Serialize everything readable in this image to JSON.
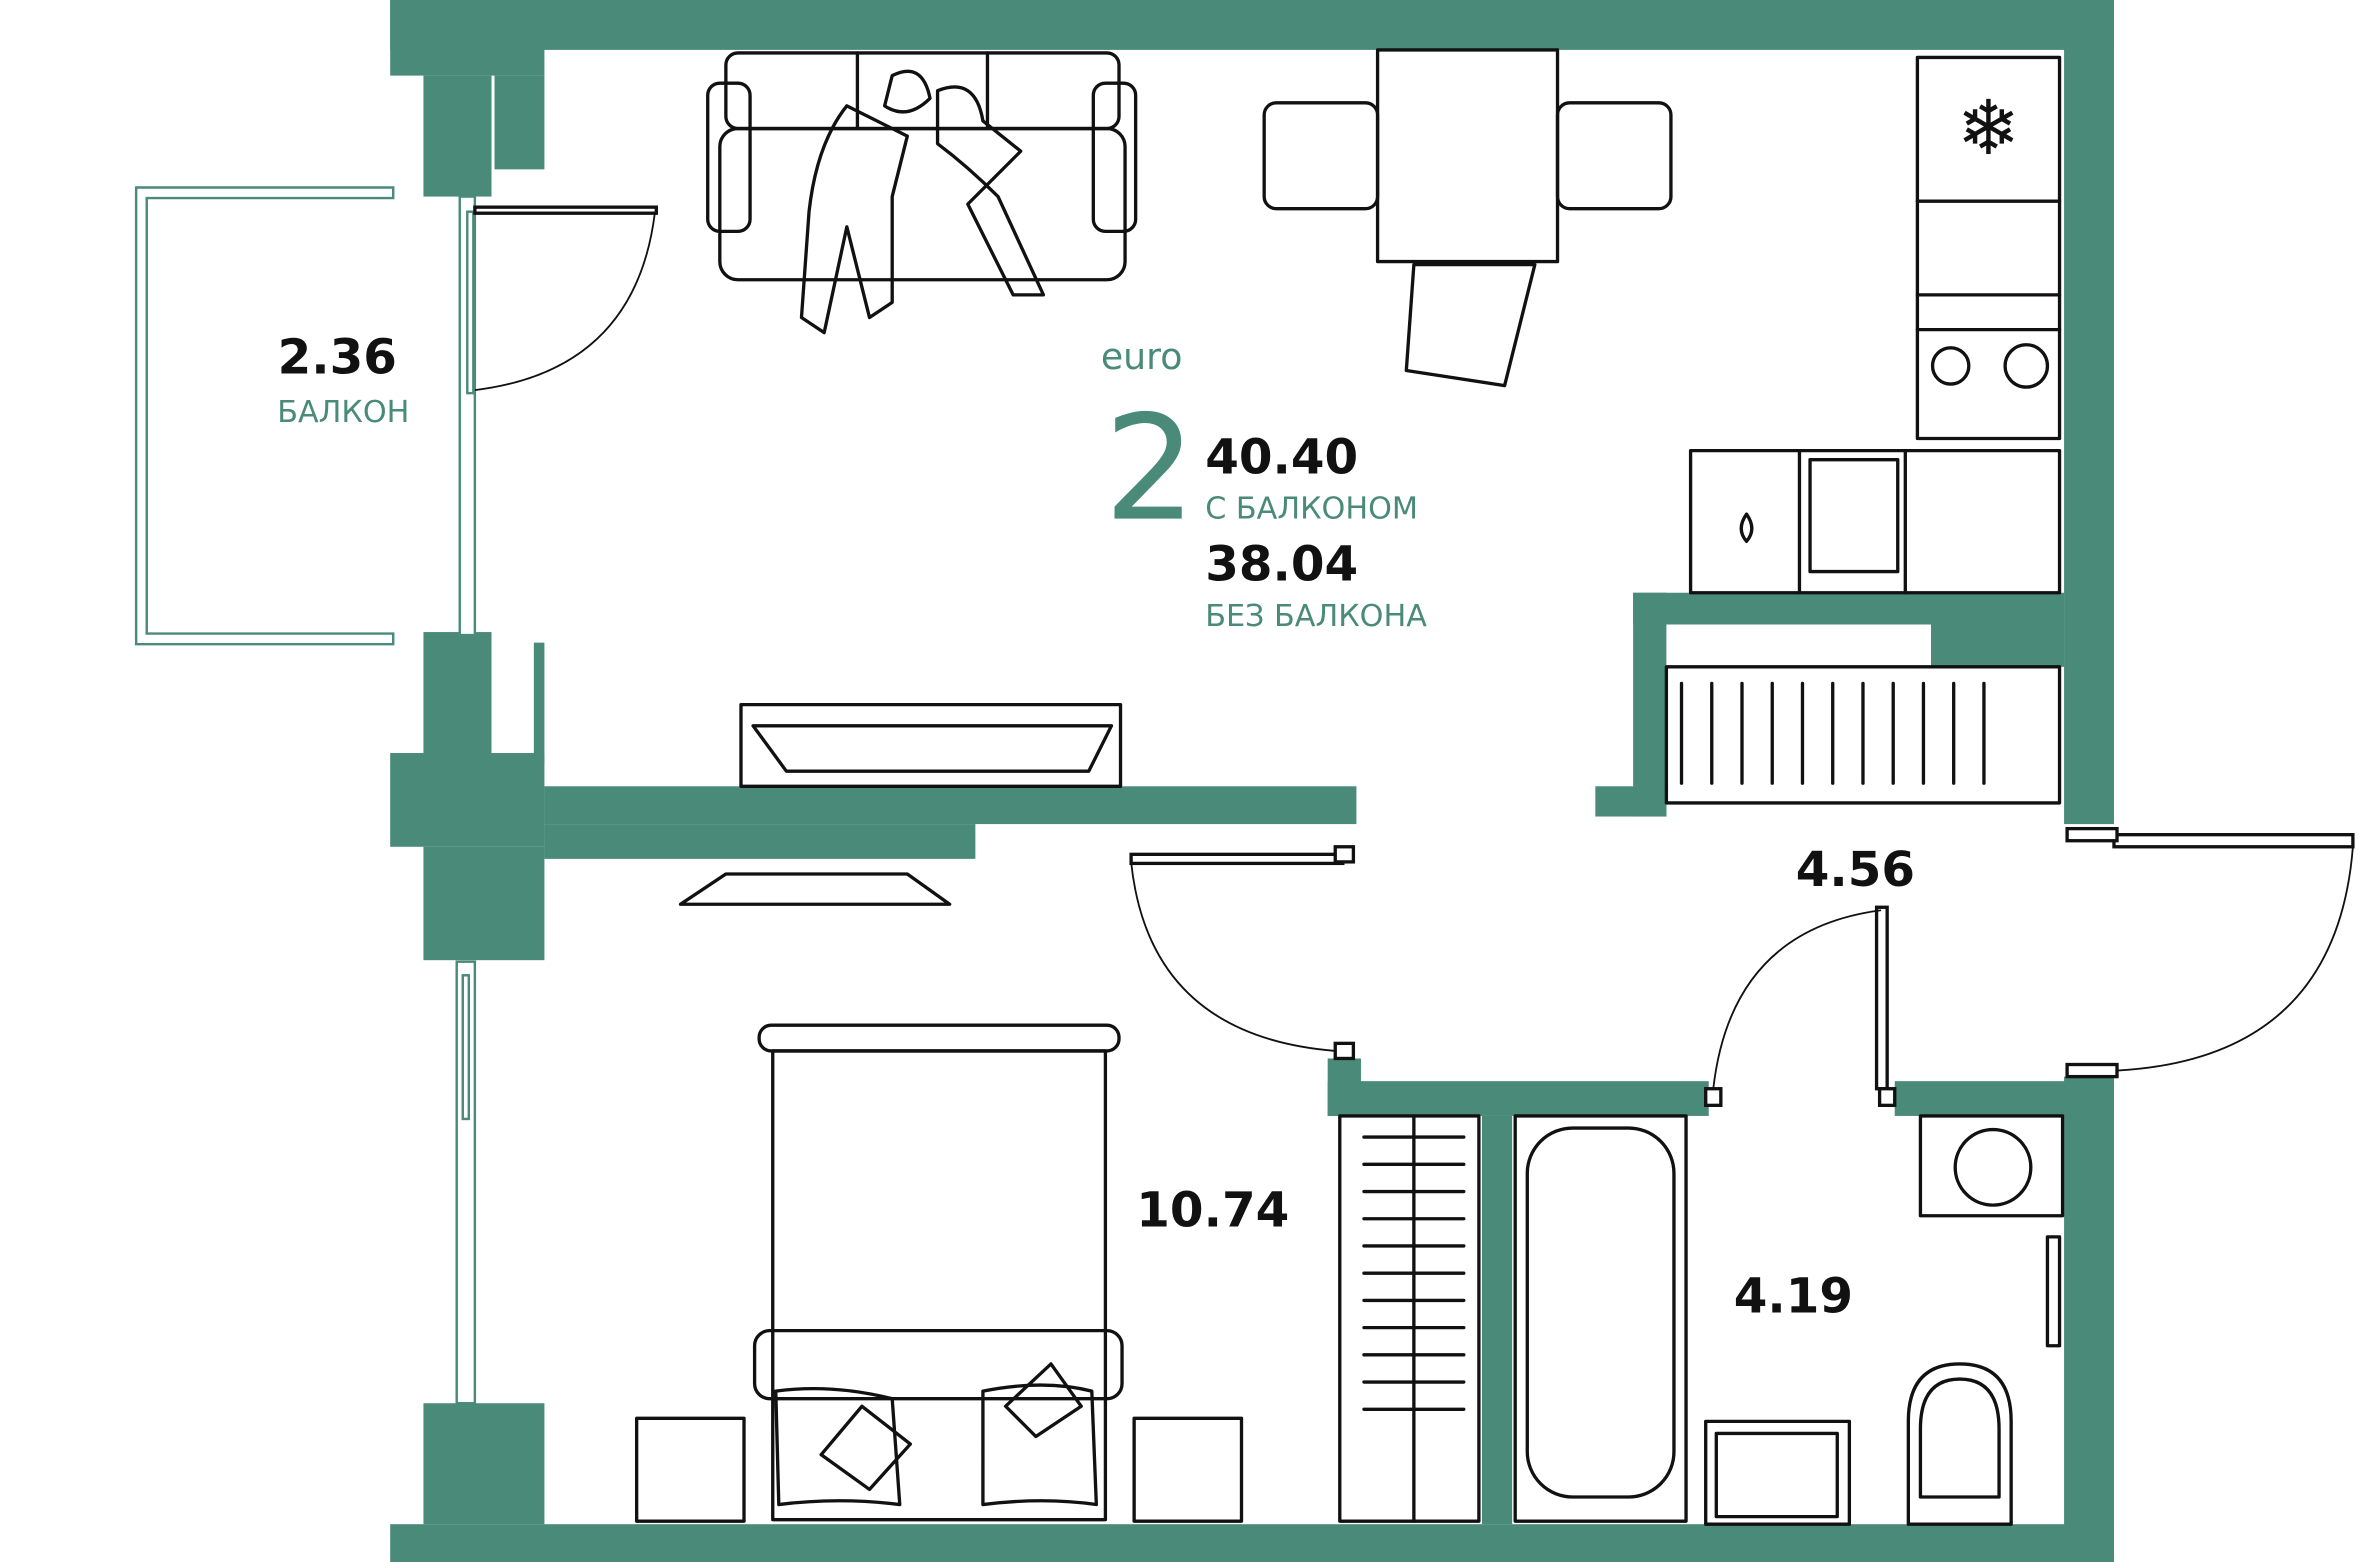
{
  "plan": {
    "type_prefix": "euro",
    "rooms_count": "2",
    "total_area_with_balcony": "40.40",
    "with_balcony_label": "С БАЛКОНОМ",
    "total_area_without_balcony": "38.04",
    "without_balcony_label": "БЕЗ БАЛКОНА",
    "accent_color": "#4a8a78"
  },
  "rooms": {
    "balcony": {
      "area": "2.36",
      "label": "БАЛКОН"
    },
    "bedroom": {
      "area": "10.74"
    },
    "hallway": {
      "area": "4.56"
    },
    "bathroom": {
      "area": "4.19"
    }
  }
}
